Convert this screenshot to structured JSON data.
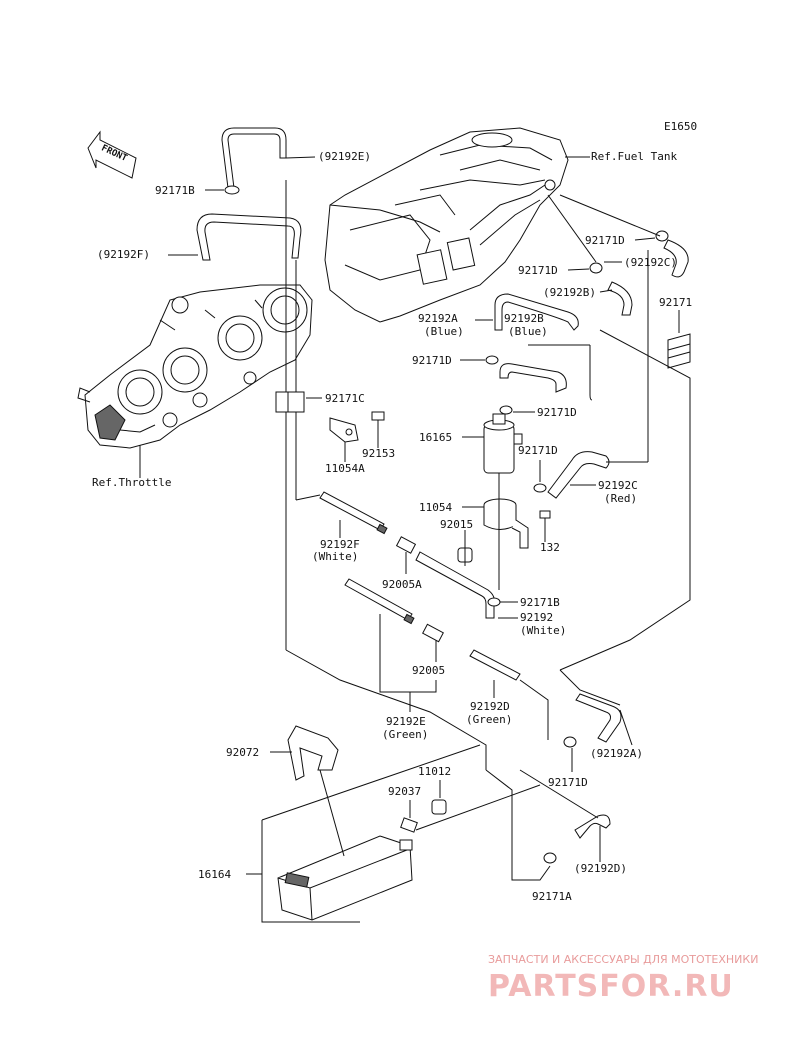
{
  "diagram_code": "E1650",
  "front_label": "FRONT",
  "refs": {
    "fuel_tank": "Ref.Fuel Tank",
    "throttle": "Ref.Throttle"
  },
  "labels": {
    "l92192E_top": "(92192E)",
    "l92171B_top": "92171B",
    "l92192F_top": "(92192F)",
    "l92171C": "92171C",
    "l92153": "92153",
    "l11054A": "11054A",
    "l92171D_a": "92171D",
    "l92171D_b": "92171D",
    "l92192C_par": "(92192C)",
    "l92192B_par": "(92192B)",
    "l92171_right": "92171",
    "l92192A": "92192A",
    "l92192A_sub": "(Blue)",
    "l92192B": "92192B",
    "l92192B_sub": "(Blue)",
    "l92171D_c": "92171D",
    "l92171D_d": "92171D",
    "l16165": "16165",
    "l92171D_e": "92171D",
    "l92192C": "92192C",
    "l92192C_sub": "(Red)",
    "l11054": "11054",
    "l92015": "92015",
    "l132": "132",
    "l92192F": "92192F",
    "l92192F_sub": "(White)",
    "l92005A": "92005A",
    "l92171B_b": "92171B",
    "l92192": "92192",
    "l92192_sub": "(White)",
    "l92005": "92005",
    "l92192E": "92192E",
    "l92192E_sub": "(Green)",
    "l92192D": "92192D",
    "l92192D_sub": "(Green)",
    "l92192A_par": "(92192A)",
    "l92072": "92072",
    "l11012": "11012",
    "l92037": "92037",
    "l92171D_f": "92171D",
    "l92192D_par": "(92192D)",
    "l16164": "16164",
    "l92171A": "92171A"
  },
  "watermark": {
    "tagline": "ЗАПЧАСТИ И АКСЕССУАРЫ ДЛЯ МОТОТЕХНИКИ",
    "brand": "PARTSFOR.RU"
  }
}
